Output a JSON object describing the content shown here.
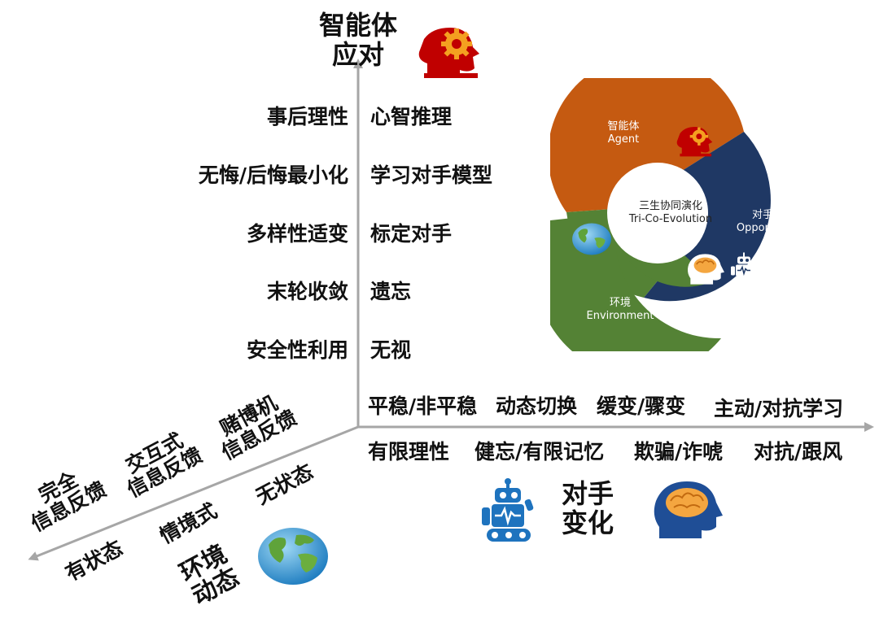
{
  "vertical_axis": {
    "title_line1": "智能体",
    "title_line2": "应对",
    "left_items": [
      "事后理性",
      "无悔/后悔最小化",
      "多样性适变",
      "末轮收敛",
      "安全性利用"
    ],
    "right_items": [
      "心智推理",
      "学习对手模型",
      "标定对手",
      "遗忘",
      "无视"
    ]
  },
  "horizontal_axis": {
    "top_items": [
      "平稳/非平稳",
      "动态切换",
      "缓变/骤变",
      "主动/对抗学习"
    ],
    "bottom_items": [
      "有限理性",
      "健忘/有限记忆",
      "欺骗/诈唬",
      "对抗/跟风"
    ],
    "title_line1": "对手",
    "title_line2": "变化"
  },
  "diagonal_axis": {
    "upper_items": [
      {
        "line1": "完全",
        "line2": "信息反馈"
      },
      {
        "line1": "交互式",
        "line2": "信息反馈"
      },
      {
        "line1": "赌博机",
        "line2": "信息反馈"
      }
    ],
    "lower_items": [
      "有状态",
      "情境式",
      "无状态"
    ],
    "title_line1": "环境",
    "title_line2": "动态"
  },
  "cycle": {
    "agent": {
      "zh": "智能体",
      "en": "Agent",
      "color": "#C55A11"
    },
    "opponent": {
      "zh": "对手",
      "en": "Opponent",
      "color": "#1F3864"
    },
    "environment": {
      "zh": "环境",
      "en": "Environment",
      "color": "#548235"
    },
    "center_zh": "三生协同演化",
    "center_en": "Tri-Co-Evolution"
  },
  "icons": {
    "agent": "gear-head-icon",
    "opponent_robot": "robot-icon",
    "opponent_brain": "brain-head-icon",
    "environment": "earth-globe-icon"
  }
}
